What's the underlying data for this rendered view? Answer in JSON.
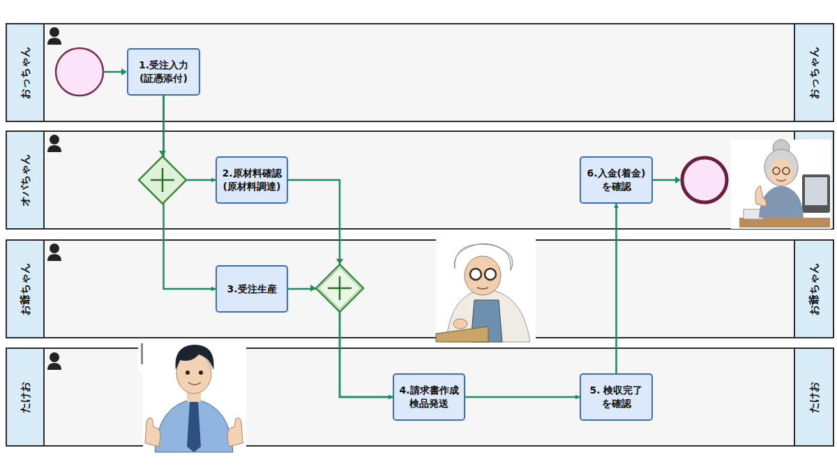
{
  "diagram": {
    "nodes": [
      {
        "text": [
          "おっちゃん",
          "おっちゃん"
        ]
      },
      {
        "text": [
          "1.受注入力 (証憑添付)"
        ],
        "in": 0
      },
      {
        "text": [
          "オバちゃん"
        ]
      },
      {
        "text": [
          "2.原材料確認 (原材料調達)"
        ],
        "in": 2
      },
      {
        "text": [
          "6.入金(着金) を確認"
        ],
        "in": 2
      },
      {
        "text": [
          "お爺ちゃん",
          "お爺ちゃん"
        ]
      },
      {
        "text": [
          "3.受注生産"
        ],
        "in": 5
      },
      {
        "text": [
          "たけお",
          "たけお"
        ]
      },
      {
        "text": [
          "4.請求書作成 検品発送"
        ],
        "in": 7
      },
      {
        "text": [
          "5. 検収完了 を確認"
        ],
        "in": 7
      }
    ],
    "edges": [
      {
        "from": 1,
        "to": 3,
        "arrow": "to"
      },
      {
        "from": 1,
        "to": 6,
        "arrow": "to"
      },
      {
        "from": 3,
        "to": 8,
        "arrow": "to"
      },
      {
        "from": 6,
        "to": 8,
        "arrow": "to"
      },
      {
        "from": 8,
        "to": 9,
        "arrow": "to"
      },
      {
        "from": 9,
        "to": 4,
        "arrow": "to"
      }
    ]
  }
}
